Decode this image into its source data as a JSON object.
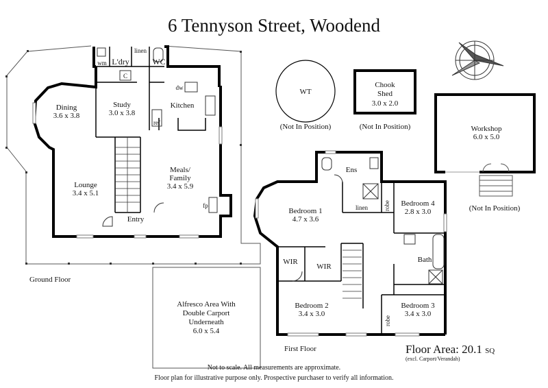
{
  "title": "6 Tennyson Street, Woodend",
  "floor_labels": {
    "ground": "Ground Floor",
    "first": "First Floor"
  },
  "rooms": {
    "dining": {
      "name": "Dining",
      "size": "3.6 x 3.8"
    },
    "study": {
      "name": "Study",
      "size": "3.0 x 3.8"
    },
    "kitchen": {
      "name": "Kitchen"
    },
    "lounge": {
      "name": "Lounge",
      "size": "3.4 x 5.1"
    },
    "meals": {
      "name": "Meals/",
      "name2": "Family",
      "size": "3.4 x 5.9"
    },
    "entry": {
      "name": "Entry"
    },
    "ldry": {
      "name": "L'dry"
    },
    "wc": {
      "name": "WC"
    },
    "wm": {
      "name": "wm"
    },
    "linen_g": {
      "name": "linen"
    },
    "c": {
      "name": "C"
    },
    "dw": {
      "name": "dw"
    },
    "ref": {
      "name": "ref"
    },
    "fp": {
      "name": "fp"
    },
    "alfresco": {
      "line1": "Alfresco Area With",
      "line2": "Double Carport",
      "line3": "Underneath",
      "size": "6.0 x 5.4"
    },
    "wt": {
      "name": "WT",
      "note": "(Not In Position)"
    },
    "chook": {
      "name": "Chook",
      "name2": "Shed",
      "size": "3.0 x 2.0",
      "note": "(Not In Position)"
    },
    "workshop": {
      "name": "Workshop",
      "size": "6.0 x 5.0",
      "note": "(Not In Position)"
    },
    "bed1": {
      "name": "Bedroom 1",
      "size": "4.7 x 3.6"
    },
    "bed2": {
      "name": "Bedroom 2",
      "size": "3.4 x 3.0"
    },
    "bed3": {
      "name": "Bedroom 3",
      "size": "3.4 x 3.0"
    },
    "bed4": {
      "name": "Bedroom 4",
      "size": "2.8 x 3.0"
    },
    "ens": {
      "name": "Ens"
    },
    "linen_f": {
      "name": "linen"
    },
    "robe1": {
      "name": "robe"
    },
    "robe2": {
      "name": "robe"
    },
    "bath": {
      "name": "Bath"
    },
    "wir1": {
      "name": "WIR"
    },
    "wir2": {
      "name": "WIR"
    }
  },
  "floor_area": {
    "label": "Floor Area: 20.1",
    "unit": "SQ",
    "note": "(excl. Carport/Verandah)"
  },
  "footer": {
    "line1": "Not to scale. All measurements are approximate.",
    "line2": "Floor plan for illustrative purpose only. Prospective purchaser to verify all information."
  },
  "colors": {
    "wall": "#000000",
    "thin": "#444444",
    "window": "#888888"
  },
  "icons": [
    "compass-rose-icon"
  ]
}
